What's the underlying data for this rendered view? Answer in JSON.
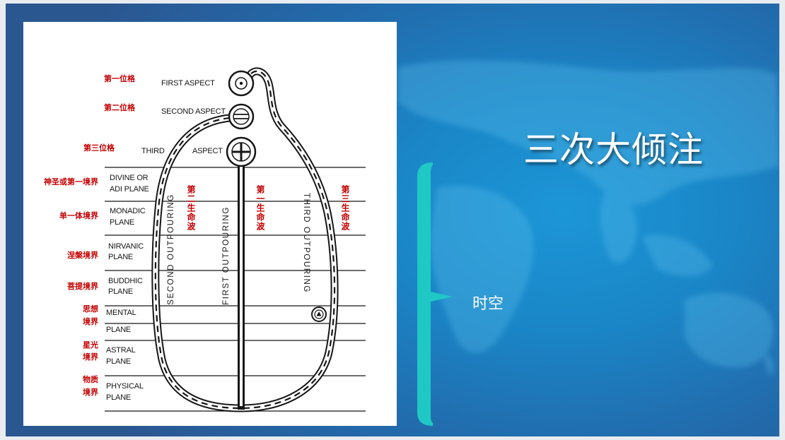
{
  "slide": {
    "title": "三次大倾注",
    "bracket_label": "时空"
  },
  "diagram": {
    "aspects": {
      "first": {
        "label": "FIRST ASPECT",
        "zh": "第一位格"
      },
      "second": {
        "label": "SECOND ASPECT",
        "zh": "第二位格"
      },
      "third": {
        "label_left": "THIRD",
        "label_right": "ASPECT",
        "zh": "第三位格"
      }
    },
    "planes": [
      {
        "line1": "DIVINE OR",
        "line2": "ADI PLANE",
        "zh": "神圣或第一境界"
      },
      {
        "line1": "MONADIC",
        "line2": "PLANE",
        "zh": "单一体境界"
      },
      {
        "line1": "NIRVANIC",
        "line2": "PLANE",
        "zh": "涅槃境界"
      },
      {
        "line1": "BUDDHIC",
        "line2": "PLANE",
        "zh": "菩提境界"
      },
      {
        "line1": "MENTAL",
        "line2": "PLANE",
        "zh1": "思想",
        "zh2": "境界"
      },
      {
        "line1": "ASTRAL",
        "line2": "PLANE",
        "zh1": "星光",
        "zh2": "境界"
      },
      {
        "line1": "PHYSICAL",
        "line2": "PLANE",
        "zh1": "物质",
        "zh2": "境界"
      }
    ],
    "outpourings": {
      "first": {
        "label": "FIRST OUTPOURING",
        "zh": "第一生命波"
      },
      "second": {
        "label": "SECOND OUTPOURING",
        "zh": "第二生命波"
      },
      "third": {
        "label": "THIRD OUTPOURING",
        "zh": "第三生命波"
      }
    }
  },
  "colors": {
    "background_blue": "#1a86c7",
    "panel": "#ffffff",
    "diagram_ink": "#161616",
    "chinese_annotation": "#c40000",
    "bracket": "#1fc8c4",
    "title_text": "#ffffff"
  }
}
